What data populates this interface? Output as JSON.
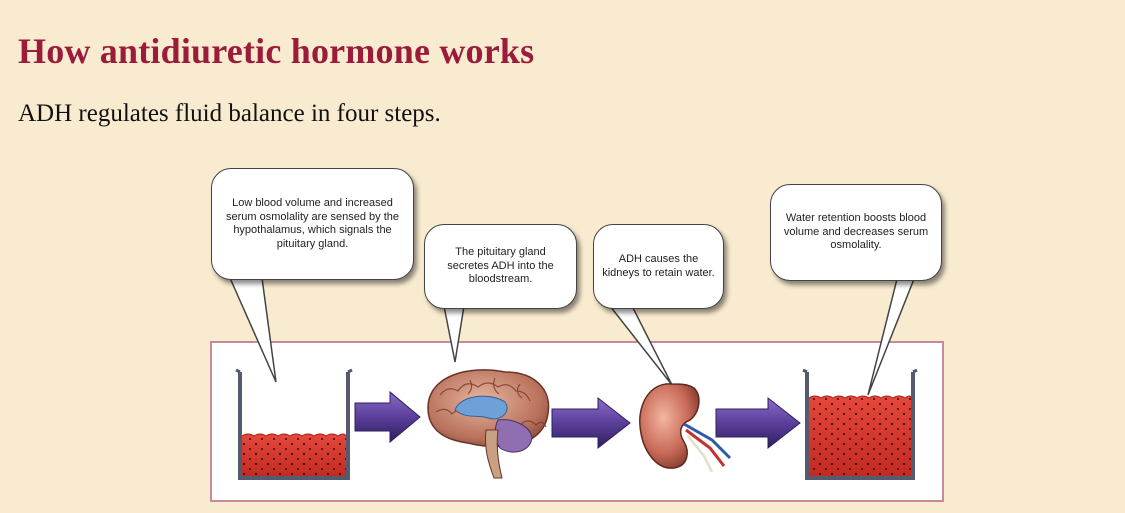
{
  "title": "How antidiuretic hormone works",
  "intro": "ADH regulates fluid balance in four steps.",
  "steps": [
    {
      "text": "Low blood volume and increased serum osmolality are sensed by the hypothalamus, which signals the pituitary gland."
    },
    {
      "text": "The pituitary gland secretes ADH into the bloodstream."
    },
    {
      "text": "ADH causes the kidneys to retain water."
    },
    {
      "text": "Water retention boosts blood volume and decreases serum osmolality."
    }
  ],
  "colors": {
    "background": "#f9ebd0",
    "title": "#9a1c3a",
    "frame_border": "#c8899b",
    "fluid": "#d9392e",
    "arrow": "#5b3f9a",
    "beaker": "#555b6e"
  },
  "icons": [
    "beaker-low-fluid-icon",
    "brain-icon",
    "kidney-icon",
    "beaker-high-fluid-icon",
    "arrow-right-icon"
  ]
}
